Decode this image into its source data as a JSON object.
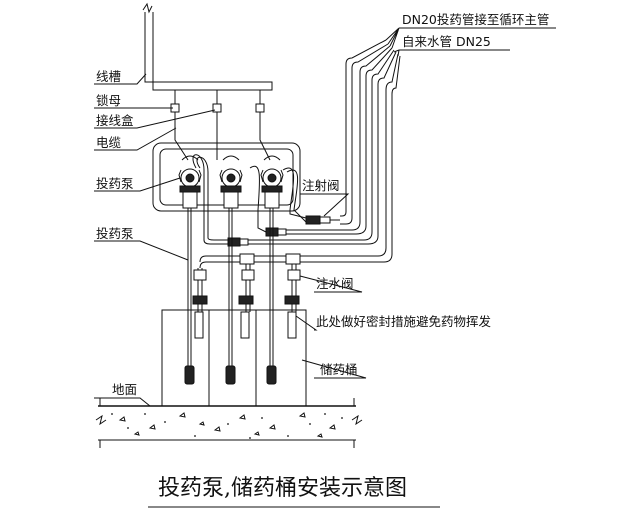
{
  "diagram": {
    "title": "投药泵,储药桶安装示意图",
    "labels": {
      "wire_trough": "线槽",
      "lock_nut": "锁母",
      "junction_box": "接线盒",
      "cable": "电缆",
      "dosing_pump_1": "投药泵",
      "dosing_pump_2": "投药泵",
      "dn20_pipe": "DN20投药管接至循环主管",
      "tap_water": "自来水管 DN25",
      "injection_valve": "注射阀",
      "fill_valve": "注水阀",
      "seal_note": "此处做好密封措施避免药物挥发",
      "tank": "储药桶",
      "ground": "地面"
    }
  }
}
